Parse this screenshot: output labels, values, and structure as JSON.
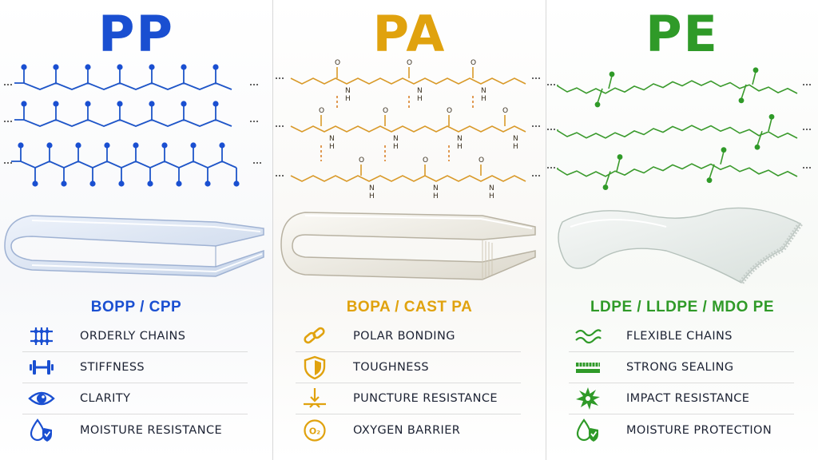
{
  "panels": [
    {
      "title": "PP",
      "subtitle": "BOPP / CPP",
      "color": "#1a4fd1",
      "features": [
        {
          "label": "ORDERLY CHAINS",
          "icon": "grid-chain-icon"
        },
        {
          "label": "STIFFNESS",
          "icon": "dumbbell-icon"
        },
        {
          "label": "CLARITY",
          "icon": "eye-icon"
        },
        {
          "label": "MOISTURE RESISTANCE",
          "icon": "drop-shield-icon"
        }
      ]
    },
    {
      "title": "PA",
      "subtitle": "BOPA / CAST PA",
      "color": "#e0a20e",
      "chem_labels": {
        "oxygen": "O",
        "nitrogen": "N",
        "hydrogen": "H"
      },
      "features": [
        {
          "label": "POLAR BONDING",
          "icon": "link-icon"
        },
        {
          "label": "TOUGHNESS",
          "icon": "shield-icon"
        },
        {
          "label": "PUNCTURE RESISTANCE",
          "icon": "puncture-arrow-icon"
        },
        {
          "label": "OXYGEN BARRIER",
          "icon": "o2-icon",
          "icon_text": "O₂"
        }
      ]
    },
    {
      "title": "PE",
      "subtitle": "LDPE / LLDPE / MDO PE",
      "color": "#2f9a28",
      "features": [
        {
          "label": "FLEXIBLE CHAINS",
          "icon": "wave-icon"
        },
        {
          "label": "STRONG SEALING",
          "icon": "seal-strip-icon"
        },
        {
          "label": "IMPACT RESISTANCE",
          "icon": "burst-icon"
        },
        {
          "label": "MOISTURE PROTECTION",
          "icon": "drop-shield-icon"
        }
      ]
    }
  ]
}
